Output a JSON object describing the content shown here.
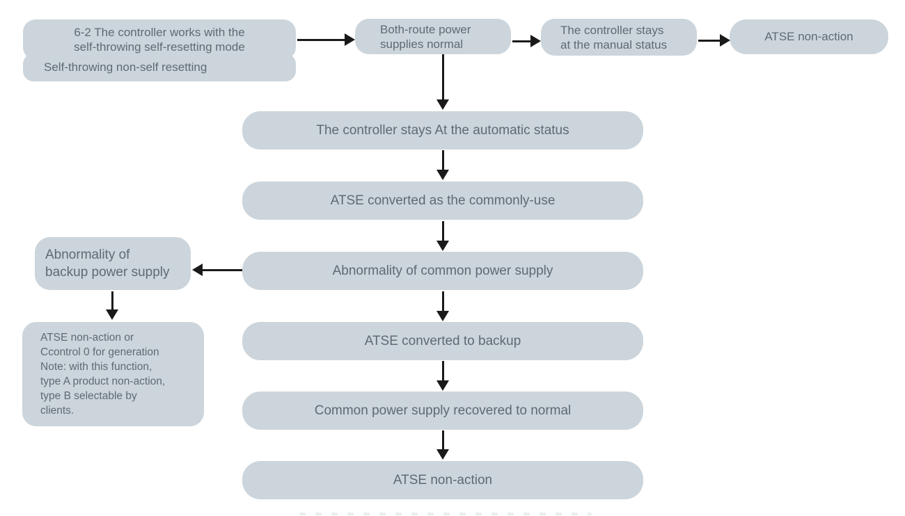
{
  "colors": {
    "node_fill": "#ccd5db",
    "node_text": "#5e6a73",
    "arrow": "#1a1a1a",
    "background": "#ffffff"
  },
  "flowchart": {
    "nodes": {
      "mode": {
        "line1": "6-2 The controller works with the",
        "line2": "self-throwing self-resetting mode"
      },
      "non_self_reset": {
        "text": "Self-throwing non-self resetting"
      },
      "both_route": {
        "line1": "Both-route power",
        "line2": "supplies normal"
      },
      "manual_status": {
        "line1": "The controller stays",
        "line2": "at the manual status"
      },
      "atse_non_action_top": {
        "text": "ATSE non-action"
      },
      "automatic_status": {
        "text": "The controller stays At the automatic status"
      },
      "converted_commonly": {
        "text": "ATSE converted as the commonly-use"
      },
      "abnormality_common": {
        "text": "Abnormality of common power supply"
      },
      "converted_backup": {
        "text": "ATSE converted to backup"
      },
      "recovered_normal": {
        "text": "Common power supply recovered to normal"
      },
      "atse_non_action_bottom": {
        "text": "ATSE non-action"
      },
      "abnormality_backup": {
        "line1": "Abnormality of",
        "line2": "backup power supply"
      },
      "note": {
        "line1": "ATSE non-action or",
        "line2": "Ccontrol 0 for generation",
        "line3": "Note: with this function,",
        "line4": "type A product non-action,",
        "line5": "type B selectable by",
        "line6": "clients."
      }
    }
  }
}
